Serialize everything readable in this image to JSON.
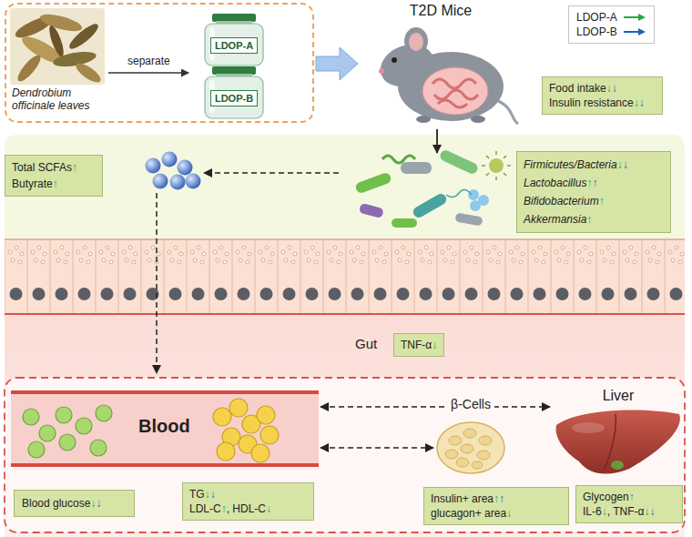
{
  "diagram": {
    "nodes": [
      {
        "text": [
          "Dendrobium officinale leaves"
        ]
      },
      {
        "text": [
          "LDOP-A"
        ],
        "in": 0
      },
      {
        "text": [
          "LDOP-B"
        ],
        "in": 0
      },
      {
        "text": [
          "T2D Mice"
        ]
      },
      {
        "text": [
          "Food intake↓↓",
          "Insulin resistance↓↓"
        ]
      },
      {
        "text": [
          "Total SCFAs↑",
          "Butyrate↑"
        ]
      },
      {
        "text": [
          "Firmicutes/Bacteria↓↓",
          "Lactobacillus↑↑",
          "Bifidobacterium↑",
          "Akkermansia↑"
        ]
      },
      {
        "text": [
          "TNF-α↓"
        ]
      },
      {
        "text": [
          "Blood"
        ]
      },
      {
        "text": [
          "Blood glucose↓↓"
        ]
      },
      {
        "text": [
          "TG↓↓",
          "LDL-C↑, HDL-C↓"
        ]
      },
      {
        "text": [
          "β-Cells"
        ]
      },
      {
        "text": [
          "Insulin+ area↑↑",
          "glucagon+ area↓"
        ]
      },
      {
        "text": [
          "Liver"
        ]
      },
      {
        "text": [
          "Glycogen↑",
          "IL-6↓, TNF-α↓↓"
        ]
      }
    ],
    "edges": [
      {
        "from": 0,
        "to": 3,
        "arrow": "to"
      },
      {
        "from": 8,
        "to": 11,
        "arrow": "both"
      },
      {
        "from": 8,
        "to": 13,
        "arrow": "both"
      }
    ],
    "labels": [
      "separate",
      "Gut"
    ],
    "legend": [
      {
        "text": "LDOP-A"
      },
      {
        "text": "LDOP-B"
      }
    ]
  }
}
